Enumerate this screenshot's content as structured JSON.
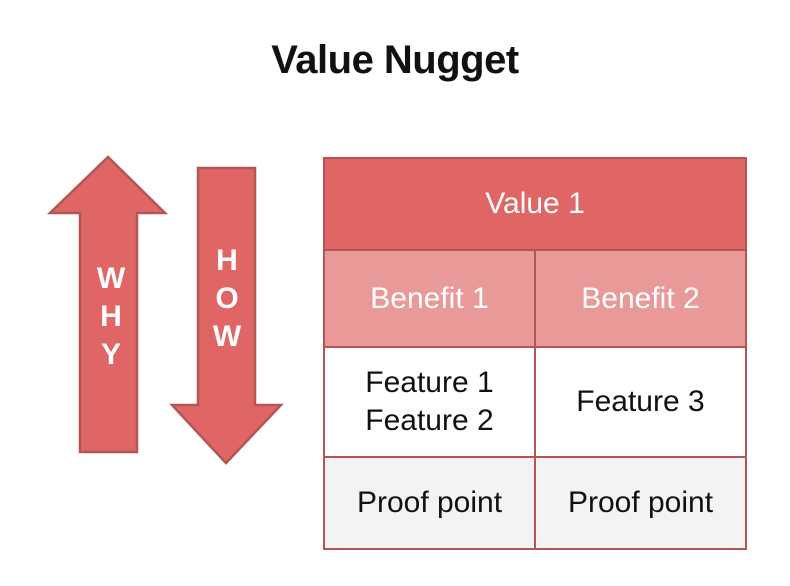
{
  "title": "Value Nugget",
  "colors": {
    "accent_red": "#e06666",
    "accent_red_light": "#ea9999",
    "row_gray": "#f3f3f3",
    "shape_border": "#b45555",
    "title_text": "#111111",
    "dark_text": "#111111",
    "light_text": "#ffffff"
  },
  "arrows": {
    "why": {
      "label": "WHY",
      "direction": "up",
      "letters": [
        "W",
        "H",
        "Y"
      ]
    },
    "how": {
      "label": "HOW",
      "direction": "down",
      "letters": [
        "H",
        "O",
        "W"
      ]
    }
  },
  "table": {
    "header": "Value 1",
    "benefits": [
      "Benefit 1",
      "Benefit 2"
    ],
    "features": [
      [
        "Feature 1",
        "Feature 2"
      ],
      [
        "Feature 3"
      ]
    ],
    "proof_points": [
      "Proof point",
      "Proof point"
    ]
  }
}
